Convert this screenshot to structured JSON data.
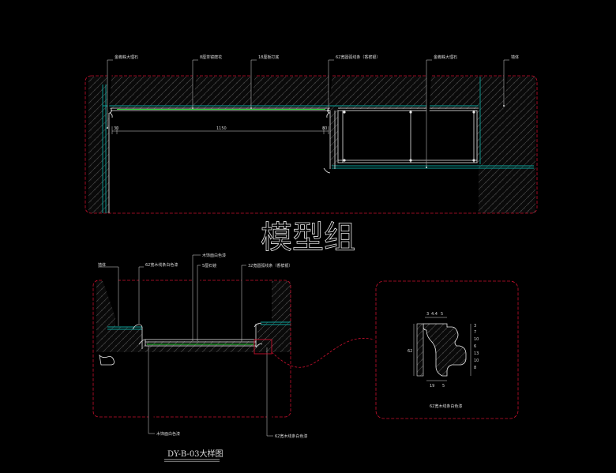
{
  "watermark": "模型组",
  "top_section": {
    "labels": [
      "金蜘蛛大理石",
      "8厘茶镜磨花",
      "18厘板打底",
      "62宽圆弧线条（香槟银）",
      "金蜘蛛大理石",
      "墙体"
    ],
    "dims": [
      "30",
      "1150",
      "80"
    ]
  },
  "bottom_section": {
    "labels_top": [
      "墙体",
      "62宽木线条白色漆",
      "木饰面白色漆",
      "5厘石镜",
      "32宽圆弧线条（香槟银）"
    ],
    "labels_bottom": [
      "木饰面白色漆",
      "62宽木线条白色漆"
    ],
    "drawing_title": "DY-B-03大样图"
  },
  "detail": {
    "caption": "62宽木线条白色漆",
    "dims_top": [
      "3",
      "4.4",
      "5"
    ],
    "dims_left": [
      "62"
    ],
    "dims_right": [
      "3",
      "7",
      "10",
      "6",
      "13",
      "10",
      "8"
    ],
    "dims_bottom": [
      "19",
      "5"
    ]
  },
  "colors": {
    "frame": "#c8102e",
    "hatch": "#6f6f6f",
    "wall_line": "#0aa19a",
    "green": "#2fd13a",
    "white": "#e8e8e8"
  }
}
